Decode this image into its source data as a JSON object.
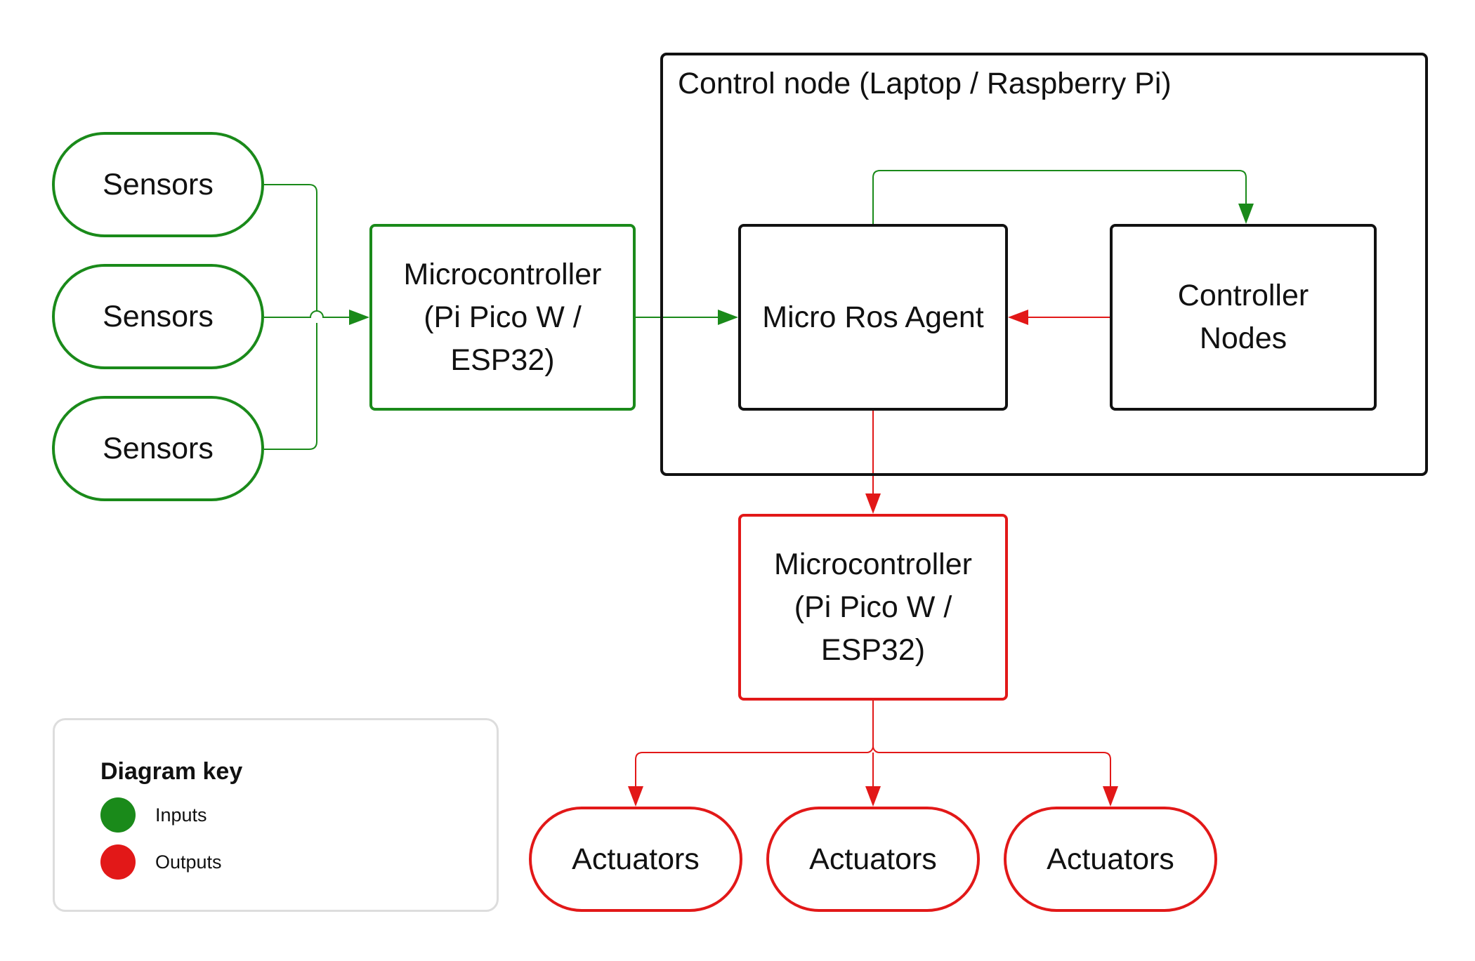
{
  "colors": {
    "input": "#1a8a1a",
    "output": "#e21818",
    "container": "#111111",
    "legend_border": "#dddddd"
  },
  "control_node": {
    "title": "Control node (Laptop / Raspberry Pi)"
  },
  "sensors": [
    "Sensors",
    "Sensors",
    "Sensors"
  ],
  "input_microcontroller": {
    "label": "Microcontroller\n(Pi Pico W /\nESP32)"
  },
  "micro_ros_agent": {
    "label": "Micro Ros Agent"
  },
  "controller_nodes": {
    "label": "Controller\nNodes"
  },
  "output_microcontroller": {
    "label": "Microcontroller\n(Pi Pico W /\nESP32)"
  },
  "actuators": [
    "Actuators",
    "Actuators",
    "Actuators"
  ],
  "legend": {
    "title": "Diagram key",
    "items": [
      {
        "label": "Inputs",
        "color": "#1a8a1a"
      },
      {
        "label": "Outputs",
        "color": "#e21818"
      }
    ]
  }
}
